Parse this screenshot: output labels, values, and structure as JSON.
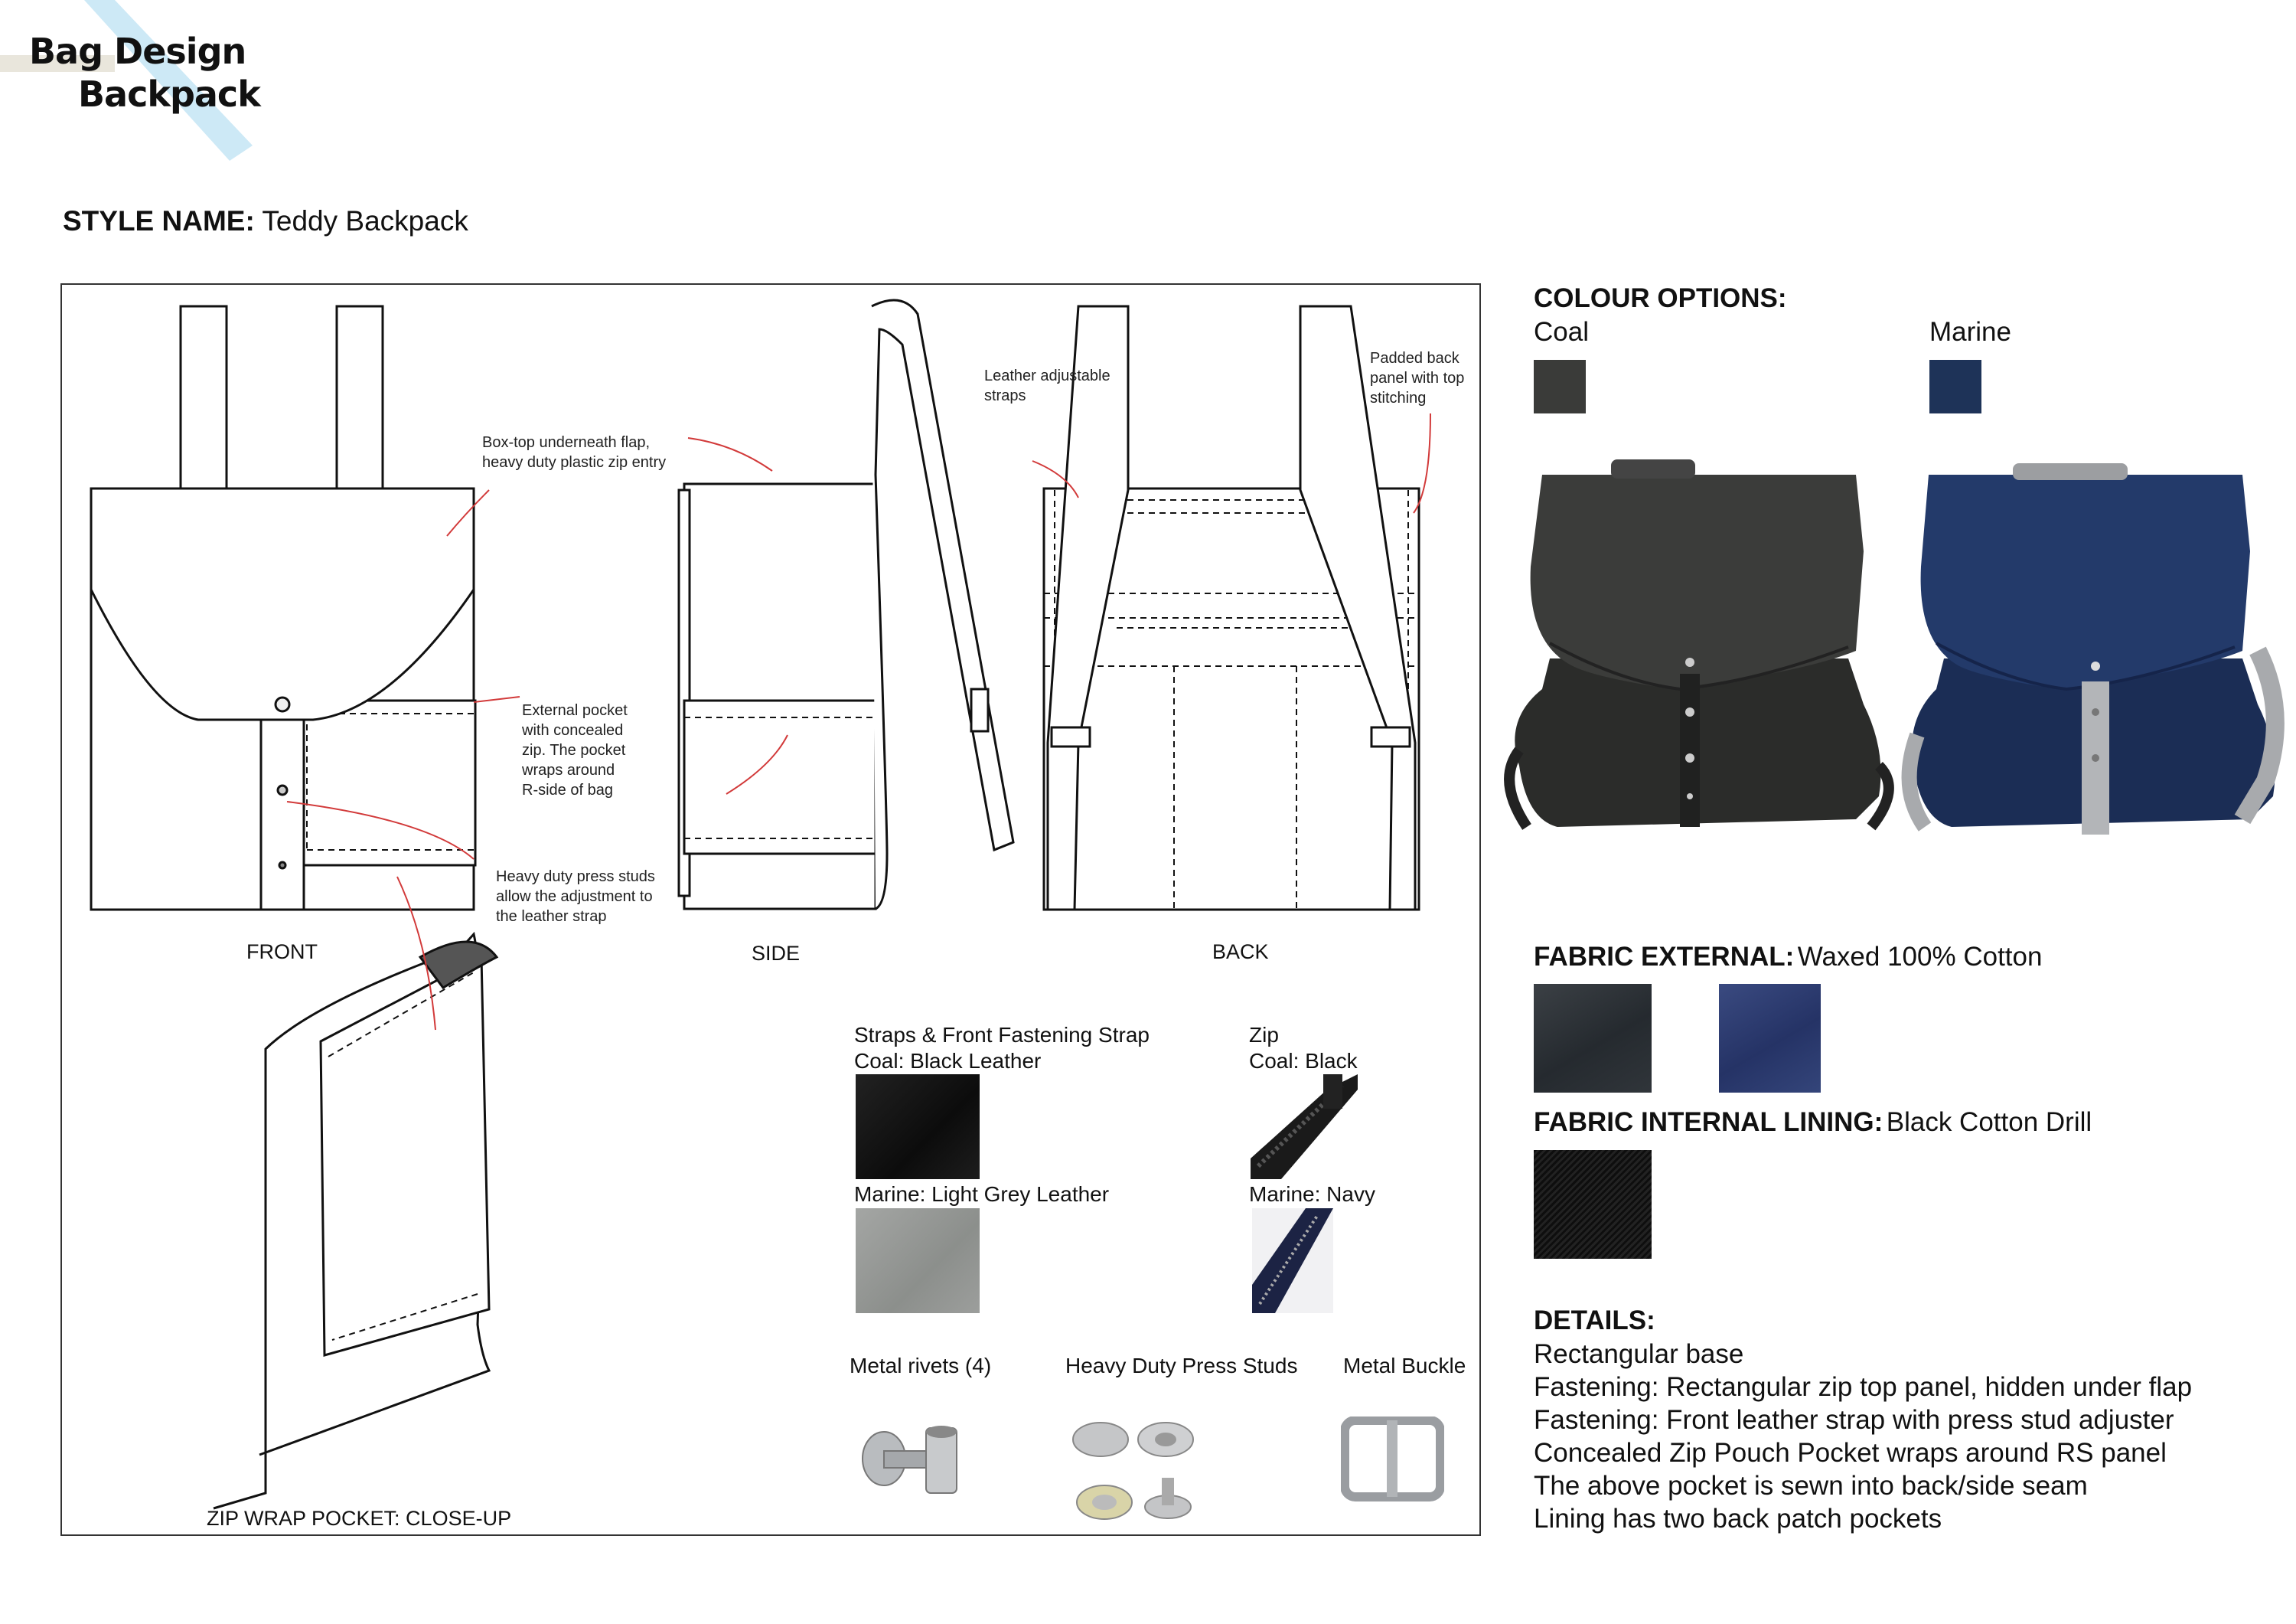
{
  "header": {
    "title_line1": "Bag Design",
    "title_line2": "Backpack"
  },
  "style": {
    "label": "STYLE NAME:",
    "value": "Teddy Backpack"
  },
  "views": {
    "front": "FRONT",
    "side": "SIDE",
    "back": "BACK",
    "closeup": "ZIP WRAP POCKET: CLOSE-UP"
  },
  "annotations": {
    "box_top": [
      "Box-top underneath flap,",
      "heavy duty plastic zip entry"
    ],
    "external_pocket": [
      "External pocket",
      "with concealed",
      "zip. The pocket",
      "wraps around",
      "R-side of bag"
    ],
    "press_studs": [
      "Heavy duty press studs",
      "allow the adjustment to",
      "the leather strap"
    ],
    "leather_straps": [
      "Leather adjustable",
      "straps"
    ],
    "padded_back": [
      "Padded back",
      "panel with top",
      "stitching"
    ]
  },
  "trims": {
    "straps_title": "Straps & Front Fastening Strap",
    "straps_coal": "Coal: Black Leather",
    "straps_marine": "Marine: Light Grey Leather",
    "zip_title": "Zip",
    "zip_coal": "Coal: Black",
    "zip_marine": "Marine: Navy",
    "rivets": "Metal rivets (4)",
    "studs": "Heavy Duty Press Studs",
    "buckle": "Metal Buckle"
  },
  "colour_options": {
    "heading": "COLOUR OPTIONS:",
    "options": [
      {
        "name": "Coal",
        "color": "#3a3b39"
      },
      {
        "name": "Marine",
        "color": "#1e3358"
      }
    ]
  },
  "fabric_external": {
    "label": "FABRIC EXTERNAL:",
    "value": "Waxed 100% Cotton",
    "swatches": [
      "#2e3236",
      "#2c3a6a"
    ]
  },
  "fabric_internal": {
    "label": "FABRIC INTERNAL LINING:",
    "value": "Black Cotton Drill",
    "swatch": "#141414"
  },
  "details": {
    "heading": "DETAILS:",
    "lines": [
      "Rectangular base",
      "Fastening: Rectangular zip top panel, hidden under flap",
      "Fastening: Front leather strap with press stud adjuster",
      "Concealed Zip Pouch Pocket wraps around RS panel",
      "The above pocket is sewn into back/side seam",
      "Lining has two back patch pockets"
    ]
  }
}
